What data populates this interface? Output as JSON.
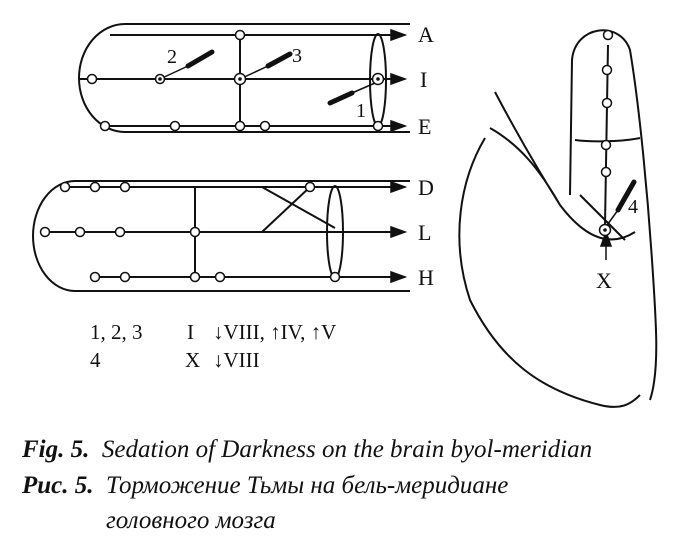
{
  "meridian_labels": {
    "top": [
      "A",
      "I",
      "E"
    ],
    "bottom": [
      "D",
      "L",
      "H"
    ],
    "hand_point": "X"
  },
  "point_numbers": [
    "1",
    "2",
    "3",
    "4"
  ],
  "legend": [
    {
      "points": "1, 2, 3",
      "meridian": "I",
      "action": "↓VIII, ↑IV, ↑V"
    },
    {
      "points": "4",
      "meridian": "X",
      "action": "↓VIII"
    }
  ],
  "caption": {
    "en_prefix": "Fig. 5.",
    "en_text": "Sedation of Darkness on the brain byol-meridian",
    "ru_prefix": "Рис. 5.",
    "ru_text_line1": "Торможение Тьмы на бель-меридиане",
    "ru_text_line2": "головного мозга"
  }
}
